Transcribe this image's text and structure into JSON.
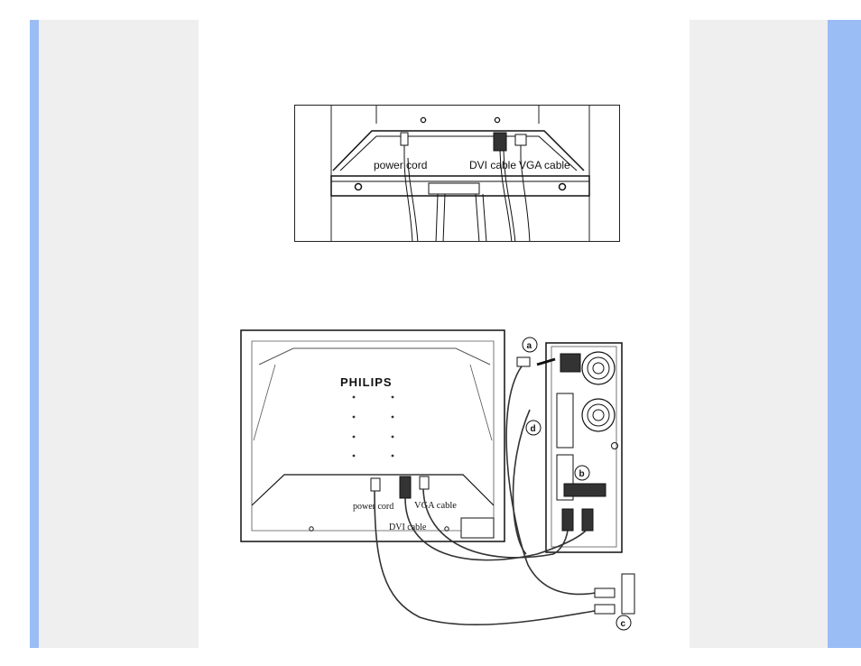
{
  "figure_top": {
    "labels": {
      "power": "power cord",
      "dvi": "DVI cable",
      "vga": "VGA cable"
    }
  },
  "figure_bottom": {
    "brand": "PHILIPS",
    "labels": {
      "power": "power cord",
      "vga": "VGA cable",
      "dvi": "DVI cable"
    },
    "callouts": {
      "a": "a",
      "b": "b",
      "c": "c",
      "d": "d"
    }
  },
  "colors": {
    "stripe": "#9bbdf5",
    "side_panel": "#efefef"
  }
}
